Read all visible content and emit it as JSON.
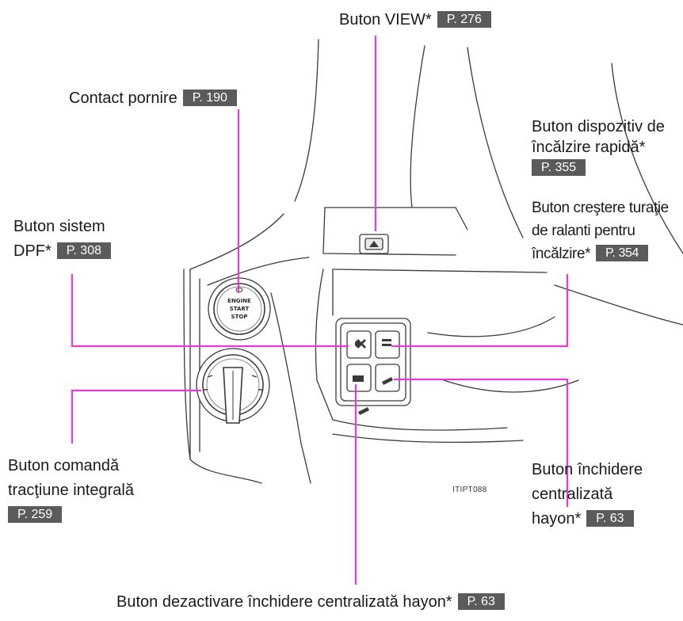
{
  "figure": {
    "code": "ITIPT088",
    "leader_color": "#e83ad6",
    "badge_color": "#5b5b5b"
  },
  "engine_button": {
    "line1": "ENGINE",
    "line2": "START",
    "line3": "STOP"
  },
  "callouts": {
    "view": {
      "text": "Buton VIEW*",
      "page": "P. 276"
    },
    "start": {
      "text": "Contact pornire",
      "page": "P. 190"
    },
    "preheat": {
      "line1": "Buton dispozitiv de",
      "line2": "încălzire rapidă*",
      "page": "P. 355"
    },
    "idle": {
      "line1": "Buton creştere turaţie",
      "line2": "de ralanti pentru",
      "line3": "încălzire*",
      "page": "P. 354"
    },
    "dpf": {
      "line1": "Buton sistem",
      "line2": "DPF*",
      "page": "P. 308"
    },
    "fourwd": {
      "line1": "Buton comandă",
      "line2": "tracţiune integrală",
      "page": "P. 259"
    },
    "lock": {
      "line1": "Buton închidere",
      "line2": "centralizată",
      "line3": "hayon*",
      "page": "P. 63"
    },
    "unlock": {
      "text": "Buton dezactivare închidere centralizată hayon*",
      "page": "P. 63"
    }
  }
}
